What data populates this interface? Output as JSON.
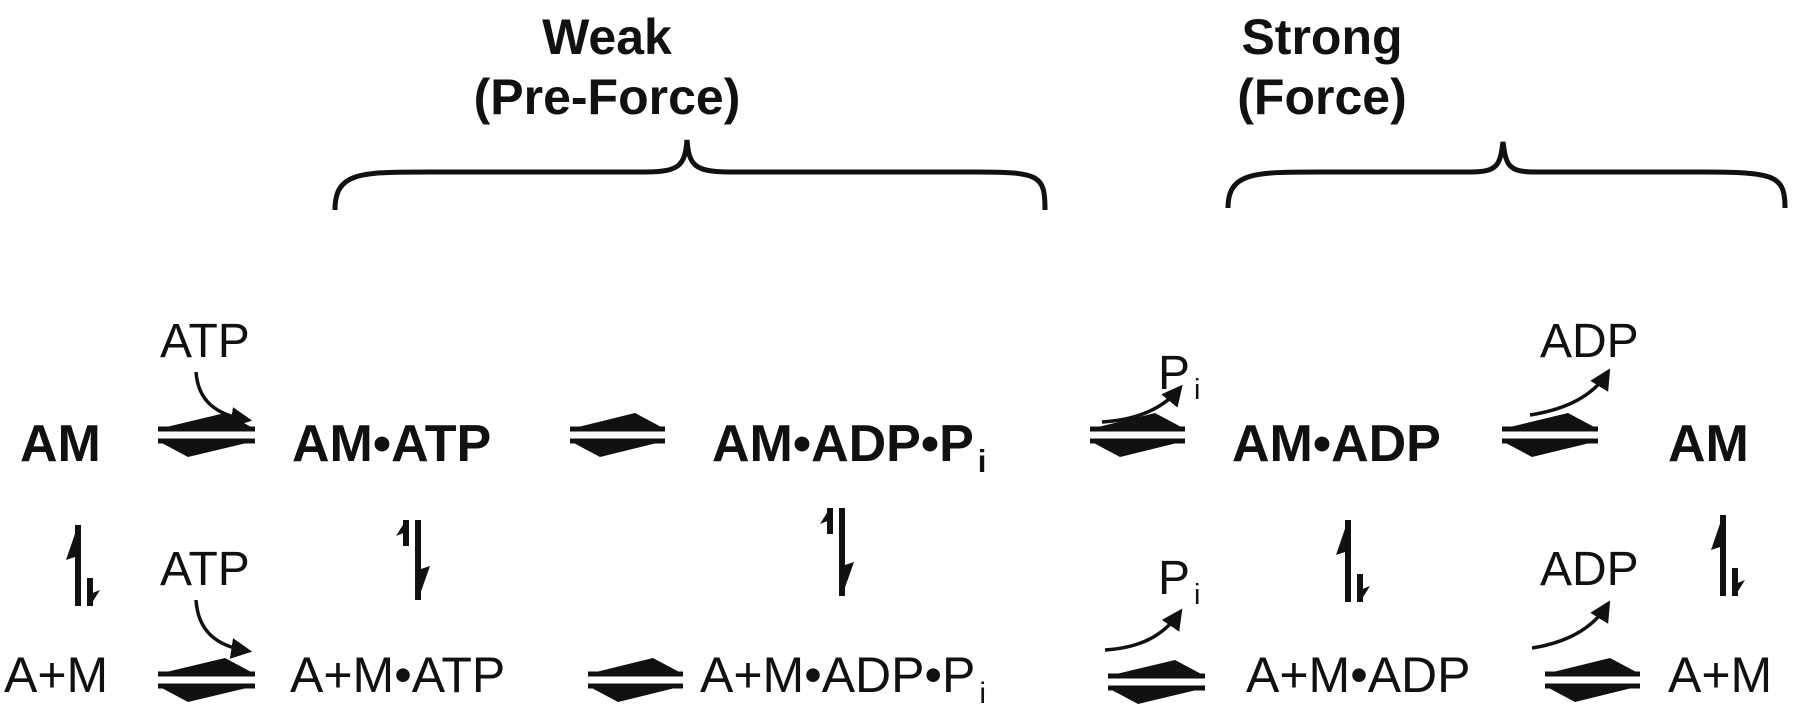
{
  "groups": {
    "weak": {
      "title": "Weak",
      "subtitle": "(Pre-Force)"
    },
    "strong": {
      "title": "Strong",
      "subtitle": "(Force)"
    }
  },
  "bound_states": [
    {
      "text": "AM",
      "sub": ""
    },
    {
      "text": "AM•ATP",
      "sub": ""
    },
    {
      "text": "AM•ADP•P",
      "sub": "i"
    },
    {
      "text": "AM•ADP",
      "sub": ""
    },
    {
      "text": "AM",
      "sub": ""
    }
  ],
  "dissociated_states": [
    {
      "text": "A+M",
      "sub": ""
    },
    {
      "text": "A+M•ATP",
      "sub": ""
    },
    {
      "text": "A+M•ADP•P",
      "sub": "i"
    },
    {
      "text": "A+M•ADP",
      "sub": ""
    },
    {
      "text": "A+M",
      "sub": ""
    }
  ],
  "ligands_top": [
    {
      "text": "ATP",
      "sub": ""
    },
    {
      "text": "P",
      "sub": "i"
    },
    {
      "text": "ADP",
      "sub": ""
    }
  ],
  "ligands_bottom": [
    {
      "text": "ATP",
      "sub": ""
    },
    {
      "text": "P",
      "sub": "i"
    },
    {
      "text": "ADP",
      "sub": ""
    }
  ],
  "colors": {
    "ink": "#111111",
    "background": "#ffffff"
  }
}
